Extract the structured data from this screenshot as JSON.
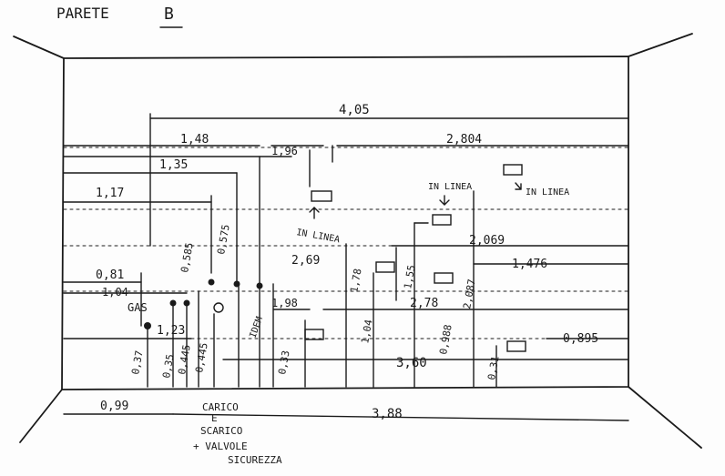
{
  "title": "PARETE",
  "wall_letter": "B",
  "dimensions": {
    "d405": "4,05",
    "d148": "1,48",
    "d196": "1,96",
    "d2804": "2,804",
    "d135": "1,35",
    "d117": "1,17",
    "d0585": "0,585",
    "d0575": "0,575",
    "d269": "2,69",
    "d178": "1,78",
    "d155": "1,55",
    "d2069": "2,069",
    "d1476": "1,476",
    "d081": "0,81",
    "d104a": "1,04",
    "d198": "1,98",
    "d104b": "1,04",
    "d278": "2,78",
    "d2087": "2,087",
    "d123": "1,23",
    "d0988": "0,988",
    "d0895": "0,895",
    "d037": "0,37",
    "d035": "0,35",
    "d0445a": "0,445",
    "d0445b": "0,445",
    "d033": "0,33",
    "d360": "3,60",
    "d031": "0,31",
    "d099": "0,99",
    "d388": "3,88"
  },
  "labels": {
    "in_linea_1": "IN LINEA",
    "in_linea_2": "IN LINEA",
    "in_linea_3": "IN LINEA",
    "gas": "GAS",
    "idem": "IDEM",
    "carico": "CARICO",
    "e": "E",
    "scarico": "SCARICO",
    "valvole": "+ VALVOLE",
    "sicurezza": "SICUREZZA"
  }
}
